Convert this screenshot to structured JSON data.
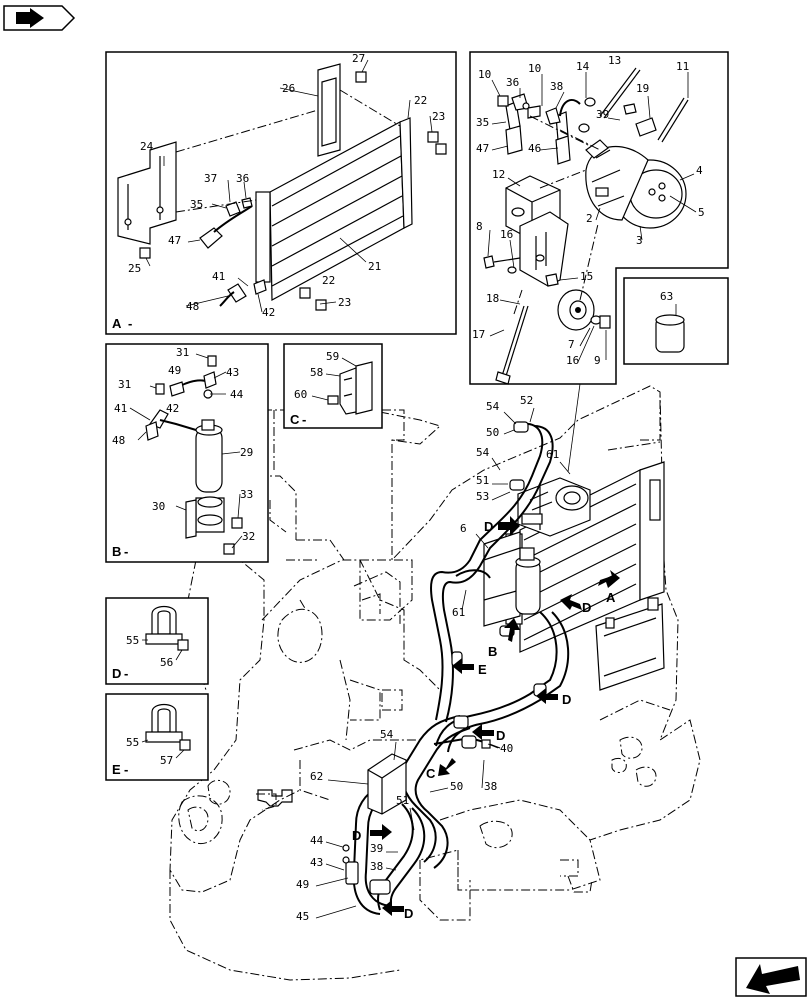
{
  "panels": {
    "A": {
      "letter": "A"
    },
    "B": {
      "letter": "B"
    },
    "C": {
      "letter": "C"
    },
    "D": {
      "letter": "D"
    },
    "E": {
      "letter": "E"
    }
  },
  "callouts": {
    "panel_a": [
      "27",
      "26",
      "22",
      "23",
      "24",
      "37",
      "36",
      "35",
      "47",
      "21",
      "25",
      "41",
      "22",
      "48",
      "42",
      "23"
    ],
    "panel_b": [
      "31",
      "49",
      "43",
      "31",
      "44",
      "41",
      "42",
      "48",
      "29",
      "30",
      "33",
      "32"
    ],
    "panel_c": [
      "59",
      "58",
      "60"
    ],
    "panel_d": [
      "55",
      "56"
    ],
    "panel_e": [
      "55",
      "57"
    ],
    "compressor": [
      "13",
      "10",
      "36",
      "10",
      "38",
      "14",
      "11",
      "39",
      "19",
      "35",
      "47",
      "46",
      "12",
      "4",
      "5",
      "2",
      "3",
      "8",
      "16",
      "15",
      "18",
      "17",
      "7",
      "16",
      "9"
    ],
    "drier": [
      "63"
    ],
    "machine": [
      "54",
      "52",
      "50",
      "54",
      "61",
      "51",
      "53",
      "6",
      "61",
      "40",
      "38",
      "62",
      "54",
      "50",
      "51",
      "44",
      "39",
      "43",
      "38",
      "49",
      "45"
    ]
  },
  "view_arrows": {
    "d1": "D",
    "a": "A",
    "d2": "D",
    "b": "B",
    "e": "E",
    "d3": "D",
    "d4": "D",
    "c": "C",
    "d5": "D",
    "d6": "D"
  },
  "icons": [
    "book-arrow-icon",
    "direction-arrow-icon"
  ]
}
